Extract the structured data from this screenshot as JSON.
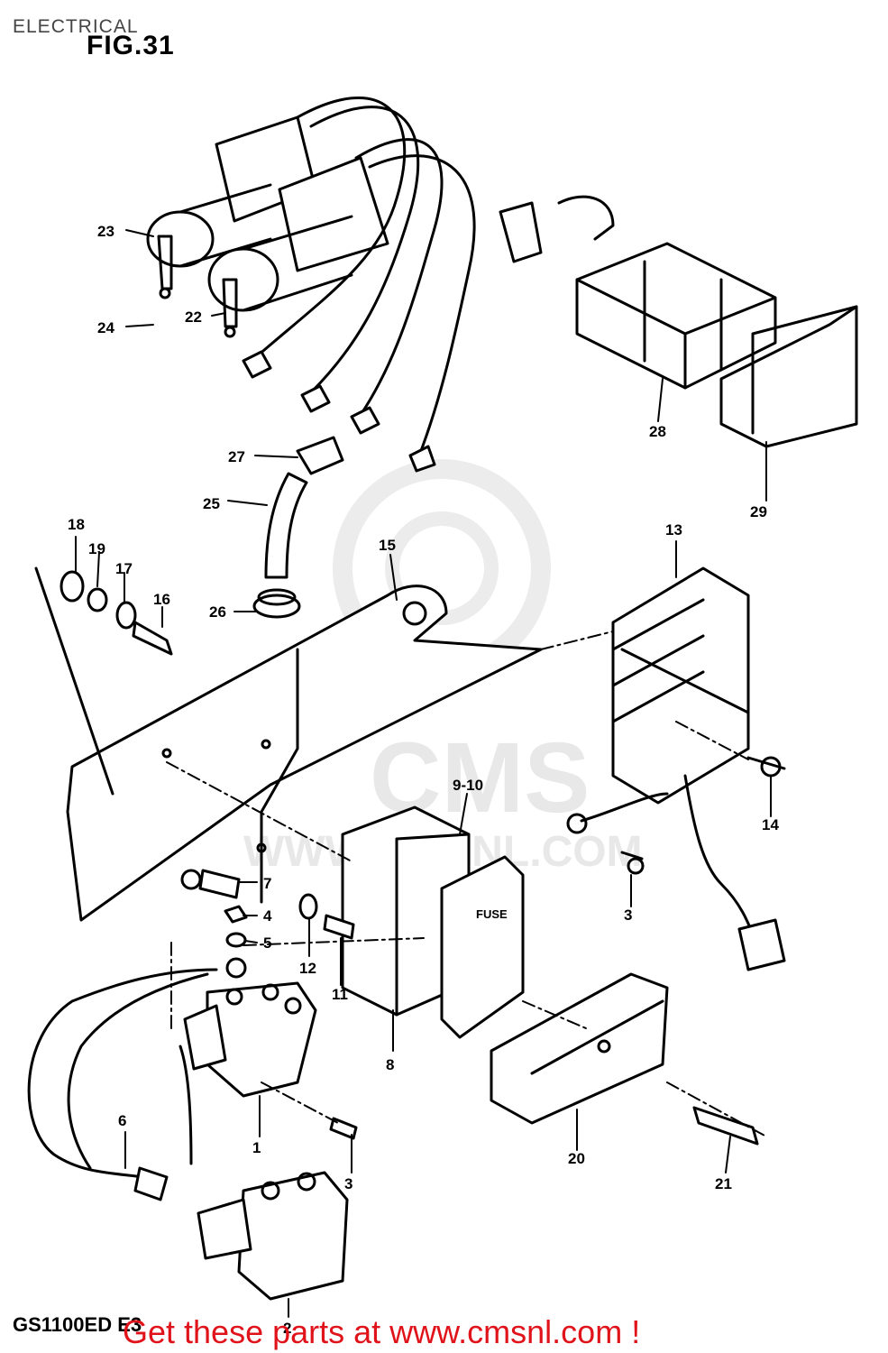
{
  "header": {
    "section_label": "ELECTRICAL",
    "figure_label": "FIG.31"
  },
  "footer": {
    "model_label": "GS1100ED E3",
    "promo_text": "Get these parts at www.cmsnl.com !",
    "promo_color": "#e0131b"
  },
  "watermark": {
    "brand": "CMS",
    "url": "WWW.CMSNL.COM"
  },
  "diagram": {
    "line_color": "#000000",
    "callouts": [
      "1",
      "2",
      "3",
      "3",
      "3",
      "4",
      "5",
      "6",
      "7",
      "8",
      "9-10",
      "11",
      "12",
      "13",
      "14",
      "15",
      "16",
      "17",
      "18",
      "19",
      "20",
      "21",
      "22",
      "23",
      "24",
      "25",
      "26",
      "27",
      "28",
      "29"
    ],
    "fuse_label": "FUSE"
  }
}
